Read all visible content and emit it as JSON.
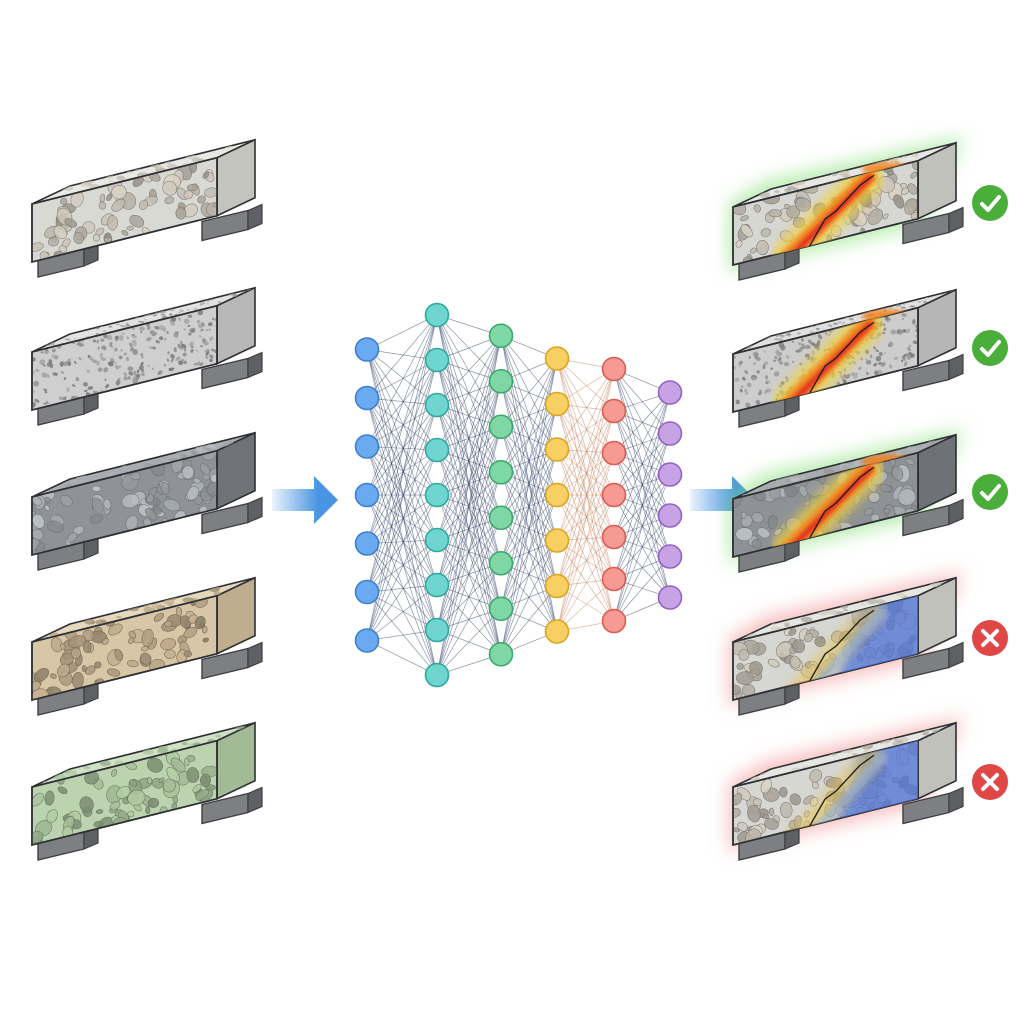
{
  "input_beams": [
    {
      "name": "beam-light-gray",
      "face": "#d9d9d4",
      "top": "#e8e8e4",
      "end": "#c4c4bf",
      "stone": "#b9b3a8",
      "aggregate": "coarse"
    },
    {
      "name": "beam-fine-gray",
      "face": "#cfcfcf",
      "top": "#e2e2e2",
      "end": "#b8b8b8",
      "stone": "#8f8f8f",
      "aggregate": "fine"
    },
    {
      "name": "beam-dark-gray",
      "face": "#8f9397",
      "top": "#a9adb1",
      "end": "#6f7377",
      "stone": "#a3a7ab",
      "aggregate": "coarse"
    },
    {
      "name": "beam-tan",
      "face": "#d8c7a6",
      "top": "#e6d8bd",
      "end": "#bfae8d",
      "stone": "#a8957a",
      "aggregate": "coarse"
    },
    {
      "name": "beam-green",
      "face": "#bcd3b0",
      "top": "#d0e2c6",
      "end": "#a2bb96",
      "stone": "#97ad8b",
      "aggregate": "coarse"
    }
  ],
  "network": {
    "layers": [
      {
        "nodes": 7,
        "color": "#6aaaf0",
        "stroke": "#3f7fd0"
      },
      {
        "nodes": 9,
        "color": "#6fd6cf",
        "stroke": "#2fa79f"
      },
      {
        "nodes": 8,
        "color": "#7fd7a6",
        "stroke": "#3aa86c"
      },
      {
        "nodes": 7,
        "color": "#f7cf62",
        "stroke": "#d9a521"
      },
      {
        "nodes": 7,
        "color": "#f79a93",
        "stroke": "#d95b52"
      },
      {
        "nodes": 6,
        "color": "#c7a3e6",
        "stroke": "#9362c4"
      }
    ],
    "edge_color": "#2f3f66"
  },
  "arrows": {
    "color": "#3f8fe0"
  },
  "outputs": [
    {
      "name": "prediction-1",
      "base": "light",
      "heat": "hot",
      "result": "correct",
      "glow": "#7ddc6f"
    },
    {
      "name": "prediction-2",
      "base": "fine",
      "heat": "hot",
      "result": "correct",
      "glow": "none"
    },
    {
      "name": "prediction-3",
      "base": "dark",
      "heat": "hot",
      "result": "correct",
      "glow": "#7ddc6f"
    },
    {
      "name": "prediction-4",
      "base": "light",
      "heat": "cold",
      "result": "incorrect",
      "glow": "#f08a8a"
    },
    {
      "name": "prediction-5",
      "base": "light",
      "heat": "cold",
      "result": "incorrect",
      "glow": "#f08a8a"
    }
  ],
  "badges": {
    "correct_color": "#4cae3a",
    "incorrect_color": "#e04848",
    "correct_icon": "check-icon",
    "incorrect_icon": "x-icon"
  }
}
